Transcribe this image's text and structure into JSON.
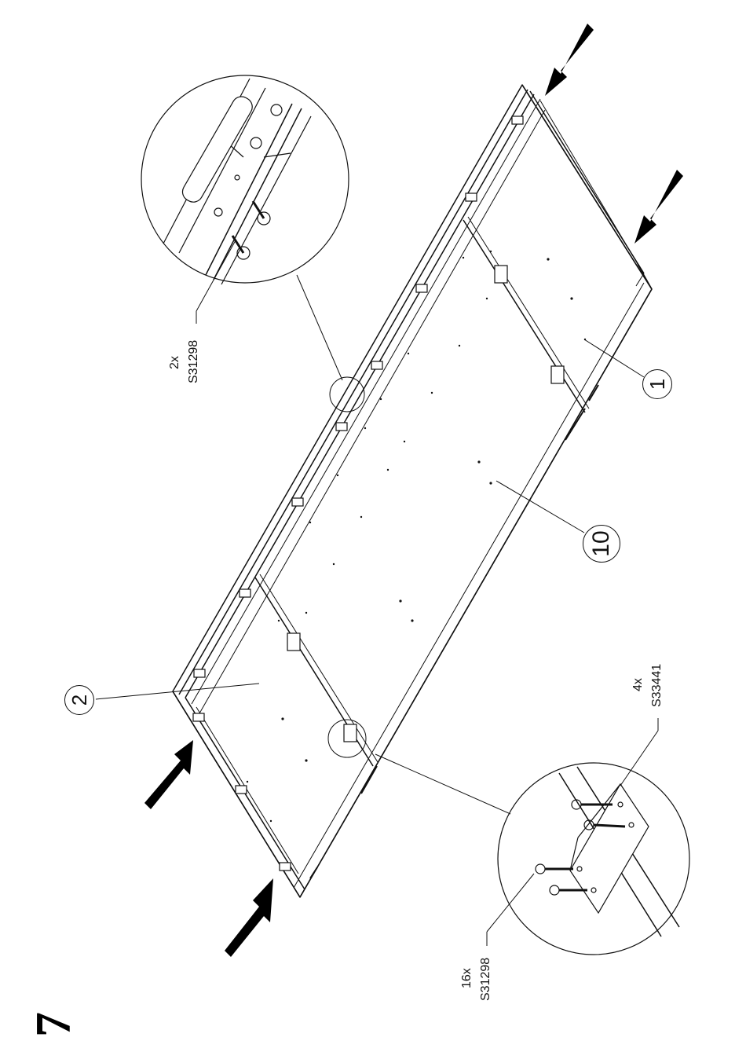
{
  "step_number": "7",
  "callouts": {
    "top_count": "2x",
    "top_part": "S31298",
    "bottom_left_count": "16x",
    "bottom_left_part": "S31298",
    "bottom_right_count": "4x",
    "bottom_right_part": "S33441"
  },
  "part_labels": {
    "part_1": "1",
    "part_2": "2",
    "part_10": "10"
  }
}
